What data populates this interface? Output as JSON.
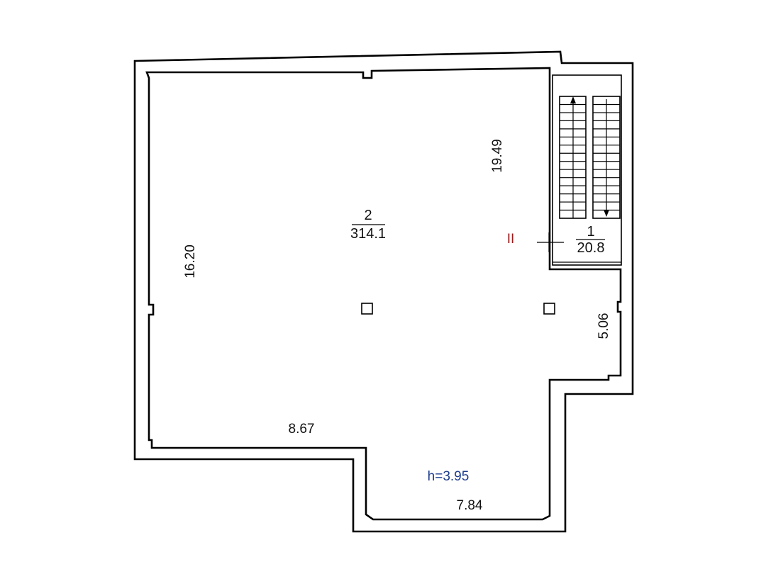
{
  "rooms": [
    {
      "number": "2",
      "area": "314.1"
    },
    {
      "number": "1",
      "area": "20.8"
    }
  ],
  "dimensions": {
    "left": "16.20",
    "right_upper": "19.49",
    "right_lower": "5.06",
    "bottom_left": "8.67",
    "bottom_right": "7.84"
  },
  "height_note": "h=3.95",
  "section_mark": "II",
  "colors": {
    "wall": "#000000",
    "height_note": "#1d3d8f",
    "section_mark": "#9b1c1c"
  }
}
